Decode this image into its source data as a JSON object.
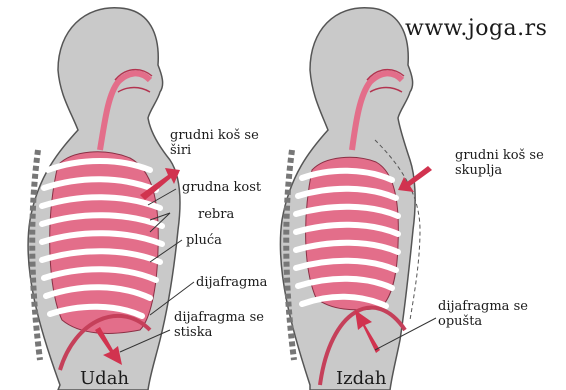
{
  "site": "www.joga.rs",
  "colors": {
    "body": "#c9c9c9",
    "outline": "#555555",
    "lung": "#e36e8a",
    "rib": "#ffffff",
    "arrow": "#d1334f"
  },
  "inhale": {
    "caption": "Udah",
    "labels": {
      "chest_expands": "grudni koš se\nširi",
      "sternum": "grudna kost",
      "ribs": "rebra",
      "lungs": "pluća",
      "diaphragm": "dijafragma",
      "diaphragm_contracts": "dijafragma se\nstiska"
    }
  },
  "exhale": {
    "caption": "Izdah",
    "labels": {
      "chest_contracts": "grudni koš se\nskuplja",
      "diaphragm_relaxes": "dijafragma se\nopušta"
    }
  }
}
